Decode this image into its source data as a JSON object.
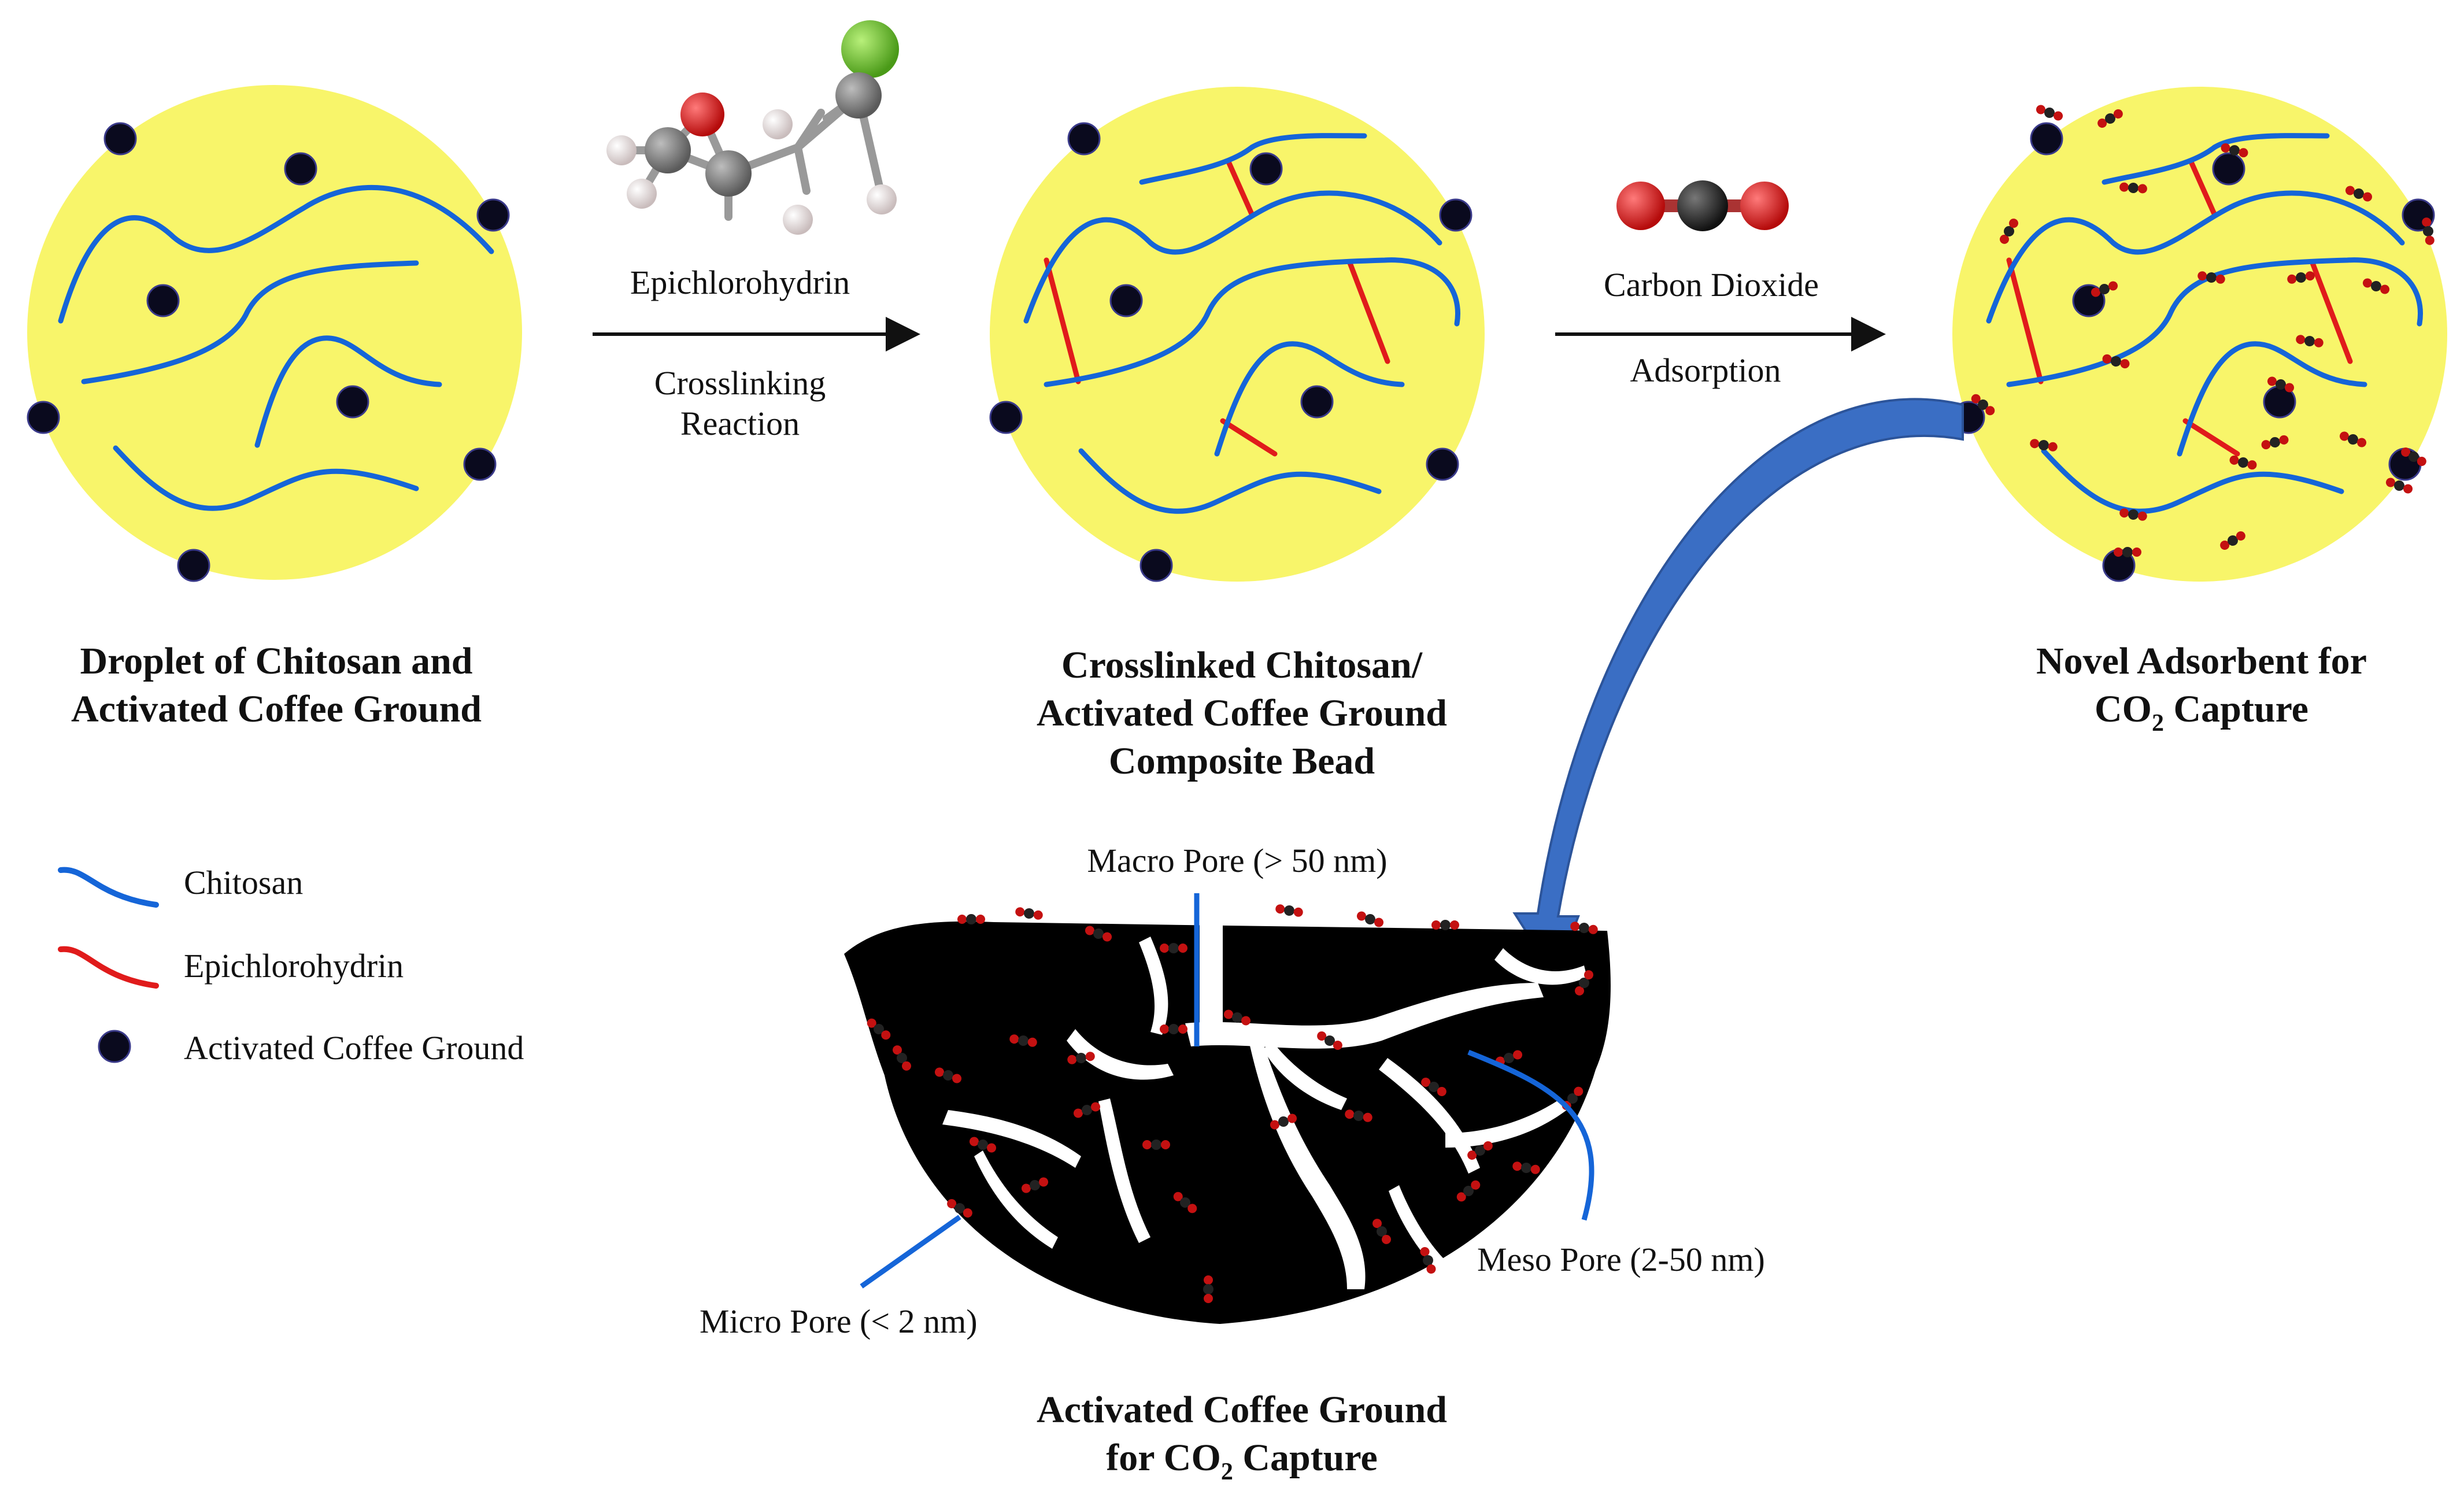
{
  "stage1": {
    "caption_line1": "Droplet of Chitosan and",
    "caption_line2": "Activated Coffee Ground"
  },
  "arrow1": {
    "molecule": "Epichlorohydrin",
    "below_line1": "Crosslinking",
    "below_line2": "Reaction"
  },
  "stage2": {
    "caption_line1": "Crosslinked Chitosan/",
    "caption_line2": "Activated Coffee Ground",
    "caption_line3": "Composite Bead"
  },
  "arrow2": {
    "molecule": "Carbon Dioxide",
    "below": "Adsorption"
  },
  "stage3": {
    "caption_line1": "Novel Adsorbent for",
    "caption_line2_pre": "CO",
    "caption_line2_sub": "2",
    "caption_line2_post": " Capture"
  },
  "legend": [
    {
      "label": "Chitosan",
      "color": "#1565d8",
      "icon": "blue-curve"
    },
    {
      "label": "Epichlorohydrin",
      "color": "#e01b1b",
      "icon": "red-curve"
    },
    {
      "label": "Activated Coffee Ground",
      "color": "#0a0a1e",
      "icon": "dark-dot"
    }
  ],
  "pores": {
    "macro": "Macro Pore (> 50 nm)",
    "meso": "Meso Pore (2-50 nm)",
    "micro": "Micro Pore (< 2 nm)"
  },
  "bottom": {
    "caption_line1": "Activated Coffee Ground",
    "caption_line2_pre": "for CO",
    "caption_line2_sub": "2",
    "caption_line2_post": " Capture"
  },
  "colors": {
    "bead": "#f8f56a",
    "chitosan": "#1565d8",
    "crosslink": "#e01b1b",
    "particle": "#0a0a1e",
    "arrow": "#3a6ec4"
  }
}
